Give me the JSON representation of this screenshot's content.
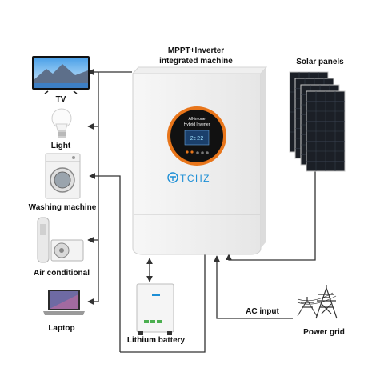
{
  "inverter": {
    "title_line1": "MPPT+Inverter",
    "title_line2": "integrated machine",
    "screen_line1": "All-in-one",
    "screen_line2": "Hybrid Inverter",
    "screen_readout": "2:22",
    "brand": "TCHZ"
  },
  "loads": [
    {
      "label": "TV",
      "icon": "tv-icon"
    },
    {
      "label": "Light",
      "icon": "light-bulb-icon"
    },
    {
      "label": "Washing machine",
      "icon": "washing-machine-icon"
    },
    {
      "label": "Air conditional",
      "icon": "air-conditioner-icon"
    },
    {
      "label": "Laptop",
      "icon": "laptop-icon"
    }
  ],
  "sources": {
    "solar": {
      "label": "Solar panels",
      "icon": "solar-panel-icon"
    },
    "grid": {
      "label": "Power grid",
      "icon": "power-pylon-icon"
    },
    "ac_input": {
      "label": "AC input"
    }
  },
  "battery": {
    "label": "Lithium battery",
    "icon": "battery-icon"
  },
  "colors": {
    "line": "#333333",
    "screen_ring": "#e8751a",
    "brand": "#1d8fd6"
  }
}
